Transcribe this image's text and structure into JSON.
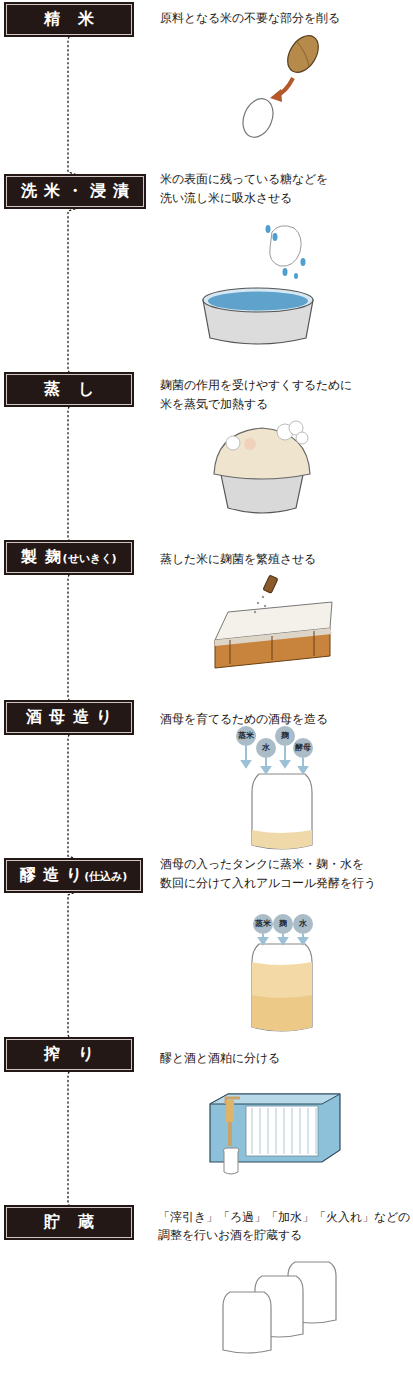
{
  "diagram": {
    "nodes": [
      {
        "text": [
          "精米"
        ]
      },
      {
        "text": [
          "洗米・浸漬"
        ]
      },
      {
        "text": [
          "蒸し"
        ]
      },
      {
        "text": [
          "製麹",
          "(せいきく)"
        ]
      },
      {
        "text": [
          "酒母造り"
        ]
      },
      {
        "text": [
          "蒸米"
        ]
      },
      {
        "text": [
          "水"
        ]
      },
      {
        "text": [
          "麹"
        ]
      },
      {
        "text": [
          "酵母"
        ]
      },
      {
        "text": [
          "醪造り",
          "(仕込み)"
        ]
      },
      {
        "text": [
          "蒸米"
        ]
      },
      {
        "text": [
          "麹"
        ]
      },
      {
        "text": [
          "水"
        ]
      },
      {
        "text": [
          "搾り"
        ]
      },
      {
        "text": [
          "貯蔵"
        ]
      }
    ],
    "edges": [
      {
        "from": 0,
        "to": 1,
        "arrow": "none"
      },
      {
        "from": 1,
        "to": 2,
        "arrow": "none"
      },
      {
        "from": 2,
        "to": 3,
        "arrow": "none"
      },
      {
        "from": 3,
        "to": 4,
        "arrow": "none"
      },
      {
        "from": 4,
        "to": 9,
        "arrow": "none"
      },
      {
        "from": 9,
        "to": 13,
        "arrow": "none"
      },
      {
        "from": 13,
        "to": 14,
        "arrow": "none"
      }
    ],
    "labels": [
      "原料となる米の不要な部分を削る",
      "米の表面に残っている糖などを 洗い流し米に吸水させる",
      "麹菌の作用を受けやすくするために 米を蒸気で加熱する",
      "蒸した米に麹菌を繁殖させる",
      "酒母を育てるための酒母を造る",
      "酒母の入ったタンクに蒸米・麹・水を 数回に分けて入れアルコール発酵を行う",
      "醪と酒と酒粕に分ける",
      "「滓引き」「ろ過」「加水」「火入れ」などの 調整を行いお酒を貯蔵する"
    ]
  }
}
